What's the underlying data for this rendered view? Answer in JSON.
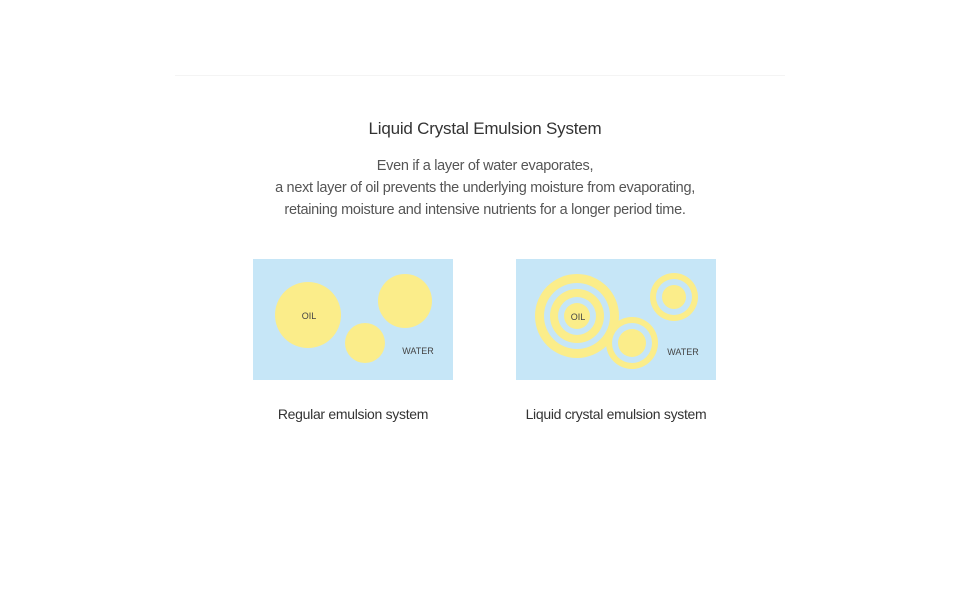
{
  "title": "Liquid Crystal Emulsion System",
  "description": [
    "Even if a layer of water evaporates,",
    "a next layer of oil prevents the underlying moisture from evaporating,",
    "retaining moisture and intensive nutrients for a longer period time."
  ],
  "colors": {
    "water": "#c6e6f7",
    "oil": "#fbed8a"
  },
  "diagrams": [
    {
      "caption": "Regular emulsion system",
      "oil_label": "OIL",
      "water_label": "WATER"
    },
    {
      "caption": "Liquid crystal emulsion system",
      "oil_label": "OIL",
      "water_label": "WATER"
    }
  ]
}
